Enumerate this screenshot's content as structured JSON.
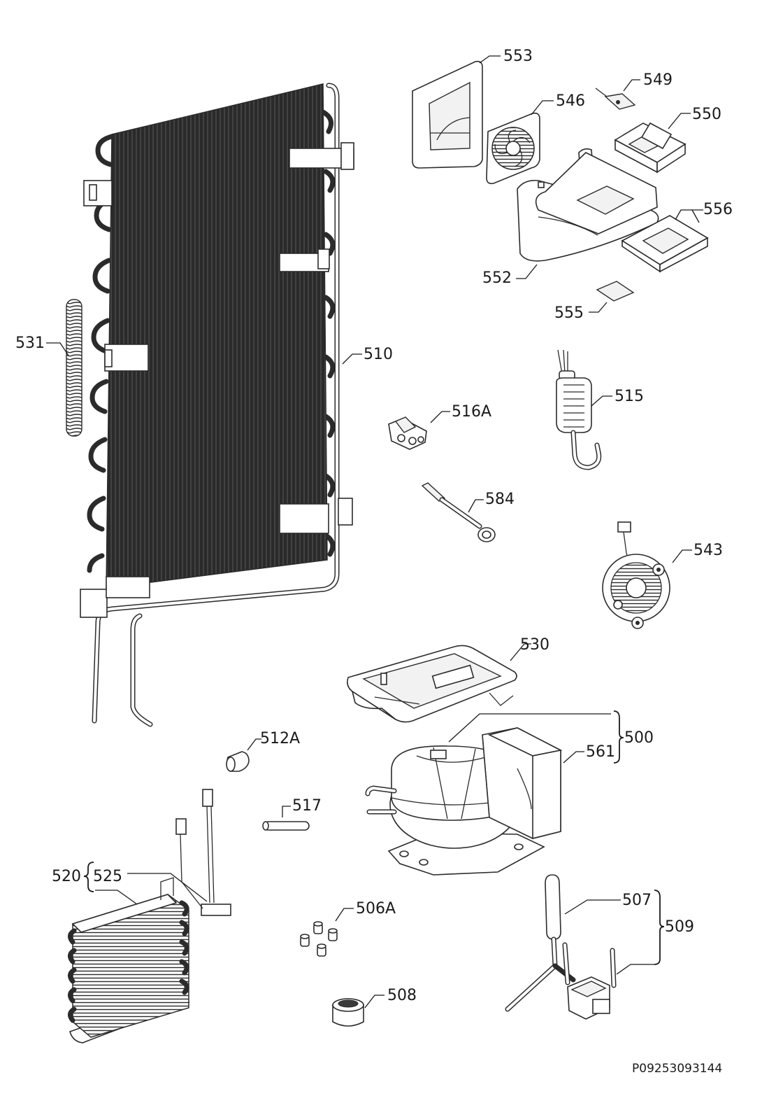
{
  "figure": {
    "drawing_code": "P09253093144"
  },
  "parts": [
    {
      "id": "condenser",
      "number": "510"
    },
    {
      "id": "tube-spring",
      "number": "531"
    },
    {
      "id": "fan-housing",
      "number": "553"
    },
    {
      "id": "fan",
      "number": "546"
    },
    {
      "id": "sensor-clip",
      "number": "549"
    },
    {
      "id": "air-damper",
      "number": "550"
    },
    {
      "id": "air-duct",
      "number": "552"
    },
    {
      "id": "damper-cover",
      "number": "556"
    },
    {
      "id": "insulation-pad",
      "number": "555"
    },
    {
      "id": "defrost-heater",
      "number": "515"
    },
    {
      "id": "clip",
      "number": "516A"
    },
    {
      "id": "sensor-probe",
      "number": "584"
    },
    {
      "id": "compressor-fan",
      "number": "543"
    },
    {
      "id": "drip-tray",
      "number": "530"
    },
    {
      "id": "compressor-set",
      "number": "500"
    },
    {
      "id": "compressor-electrics",
      "number": "561"
    },
    {
      "id": "sleeve",
      "number": "512A"
    },
    {
      "id": "connector-tube",
      "number": "517"
    },
    {
      "id": "evaporator-set",
      "number": "520"
    },
    {
      "id": "evaporator-wiring",
      "number": "525"
    },
    {
      "id": "grommets",
      "number": "506A"
    },
    {
      "id": "rubber-foot",
      "number": "508"
    },
    {
      "id": "filter-drier",
      "number": "507"
    },
    {
      "id": "valve-set",
      "number": "509"
    }
  ]
}
